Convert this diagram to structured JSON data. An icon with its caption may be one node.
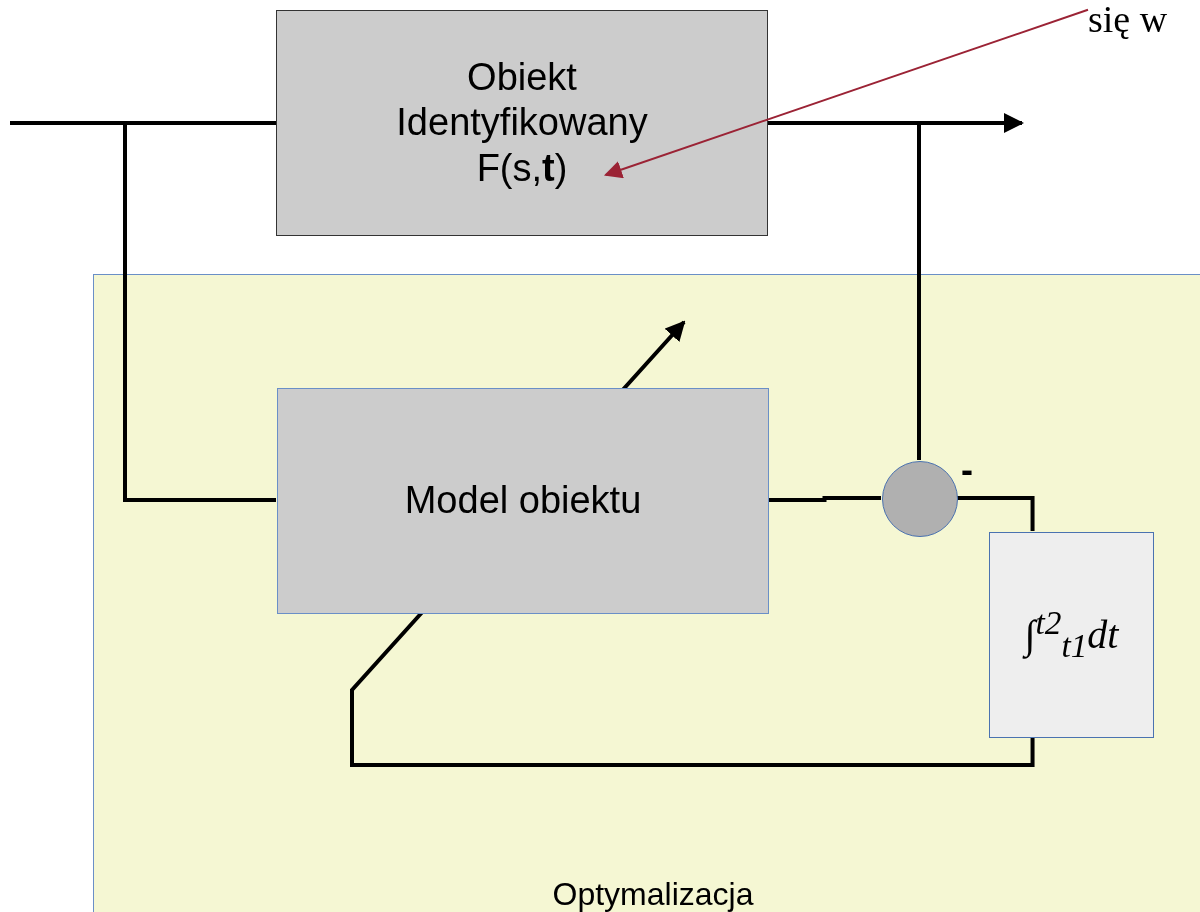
{
  "diagram": {
    "nodes": [
      {
        "text": [
          "Obiekt Identyfikowany F(s,**t**)"
        ]
      },
      {
        "text": [
          "Optymalizacja"
        ]
      },
      {
        "text": [
          "Model obiektu"
        ],
        "in": 1
      },
      {
        "text": [],
        "shape": "circle",
        "in": 1,
        "beside": [
          "-"
        ]
      },
      {
        "text": [
          "∫$^{t2}$$_{t1}$dt"
        ],
        "in": 1
      },
      {
        "text": [
          "się w"
        ]
      }
    ],
    "edges": [
      {
        "from": null,
        "to": 0,
        "arrow": "none"
      },
      {
        "from": null,
        "to": 2,
        "arrow": "none"
      },
      {
        "from": 0,
        "to": null,
        "arrow": "to"
      },
      {
        "from": 0,
        "to": 3,
        "arrow": "none"
      },
      {
        "from": 2,
        "to": 3,
        "arrow": "none"
      },
      {
        "from": 3,
        "to": 4,
        "arrow": "none"
      },
      {
        "from": 4,
        "to": null,
        "arrow": "to"
      },
      {
        "from": 5,
        "to": 0,
        "arrow": "to",
        "color": "#9b2335"
      }
    ]
  }
}
